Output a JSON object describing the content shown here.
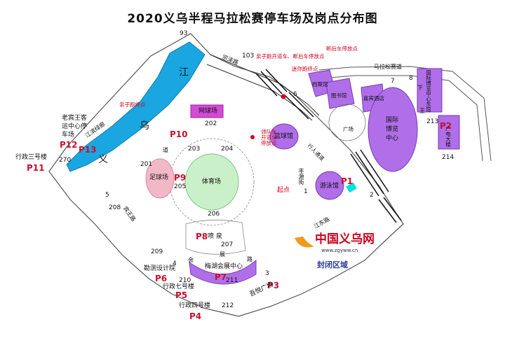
{
  "title": "2020义乌半程马拉松赛停车场及岗点分布图",
  "colors": {
    "river": "#1aa6e0",
    "building": "#b06ee8",
    "court": "#d34bd6",
    "stadium": "#c9f0c9",
    "football": "#f3b8c8",
    "route": "#8fb0d6",
    "p_label": "#c8102e",
    "note": "#d0021b",
    "closed_area": "#2c3e9a"
  },
  "title_numbers": {
    "n93": "93",
    "n103": "103",
    "n6": "6",
    "n7": "7",
    "n8": "8",
    "n202": "202",
    "n203": "203",
    "n204": "204",
    "n201": "201",
    "n205": "205",
    "n206": "206",
    "n207": "207",
    "n270": "270",
    "n5": "5",
    "n208": "208",
    "n209": "209",
    "n4": "4",
    "n210": "210",
    "n211": "211",
    "n3": "3",
    "n212": "212",
    "n2": "2",
    "n1": "1",
    "n213": "213",
    "n214": "214"
  },
  "parking": {
    "P1": "P1",
    "P2": "P2",
    "P3": "P3",
    "P4": "P4",
    "P5": "P5",
    "P6": "P6",
    "P7": "P7",
    "P8": "P8",
    "P9": "P9",
    "P10": "P10",
    "P11": "P11",
    "P12": "P12",
    "P13": "P13"
  },
  "places": {
    "laobin_l1": "老宾王客",
    "laobin_l2": "运中心停",
    "laobin_l3": "车场",
    "xingzheng3": "行政三号楼",
    "kance": "勘测设计院",
    "xingzheng7": "行政七号楼",
    "xingzheng4": "行政四号楼",
    "wuyue": "吾悦广场"
  },
  "notes": {
    "qinzi_finish": "亲子跑终点",
    "qinzi_start": "亲子跑开道车、断后车停放点",
    "duanhou": "断后车停放点",
    "mini_finish": "迷你跑终点",
    "bujiju_l1": "领队车",
    "bujiju_l2": "开道车",
    "bujiju_l3": "停放点",
    "start": "起点"
  },
  "buildings": {
    "dangan": "档案馆",
    "tushu": "图书馆",
    "guanguang": "嘉宾酒店",
    "expo_l1": "国际",
    "expo_l2": "博览",
    "expo_l3": "中心",
    "expo_east": "国际博览中心东馆",
    "guangda": "广电大楼",
    "lanqiu": "篮球馆",
    "youyong": "游泳馆",
    "tiyu": "体育场",
    "zuqiu": "足球场",
    "wangqiu": "网球场",
    "meihu": "梅湖会展中心",
    "penquan": "喷 泉",
    "guangchang": "广场",
    "xingren": "行人通道",
    "huizhan_hui": "会",
    "huizhan_zhan": "展",
    "huizhan_lu": "路"
  },
  "roads": {
    "zongze": "宗泽路",
    "jiangbin": "江滨绿廊",
    "mahu": "马拉松赛道",
    "binwang": "宾王路",
    "jiangdong": "江东路",
    "fengyan": "丰源街",
    "xiayan": "下",
    "wang": "王",
    "dao": "道"
  },
  "river": {
    "c1": "江",
    "c2": "乌",
    "c3": "义"
  },
  "legend": {
    "closed": "封闭区域"
  },
  "brand": {
    "name": "中国义乌网",
    "url": "www.zgyww.cn"
  }
}
